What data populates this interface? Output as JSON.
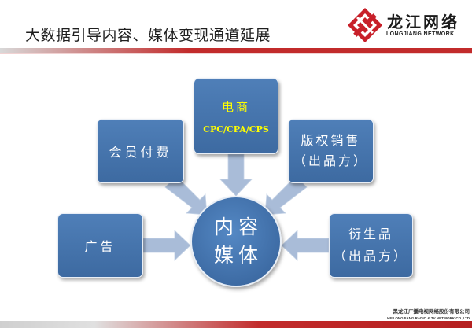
{
  "header": {
    "title": "大数据引导内容、媒体变现通道延展"
  },
  "logo": {
    "name": "龙江网络",
    "subtitle": "LONGJIANG NETWORK"
  },
  "diagram": {
    "center": {
      "line1": "内容",
      "line2": "媒体"
    },
    "nodes": {
      "member": {
        "label": "会员付费"
      },
      "ecommerce": {
        "title": "电商",
        "subtitle": "CPC/CPA/CPS"
      },
      "copyright": {
        "line1": "版权销售",
        "line2": "（出品方）"
      },
      "advertising": {
        "label": "广告"
      },
      "derivatives": {
        "line1": "衍生品",
        "line2": "（出品方）"
      }
    },
    "colors": {
      "box": "#4a7ab5",
      "arrow": "#a9bcd8",
      "highlight_text": "#ffff00",
      "accent": "#c22b2b"
    }
  },
  "footer": {
    "company_cn": "黑龙江广播电视网络股份有限公司",
    "company_en": "HEILONGJIANG RADIO & TV NETWORK CO.,LTD"
  }
}
